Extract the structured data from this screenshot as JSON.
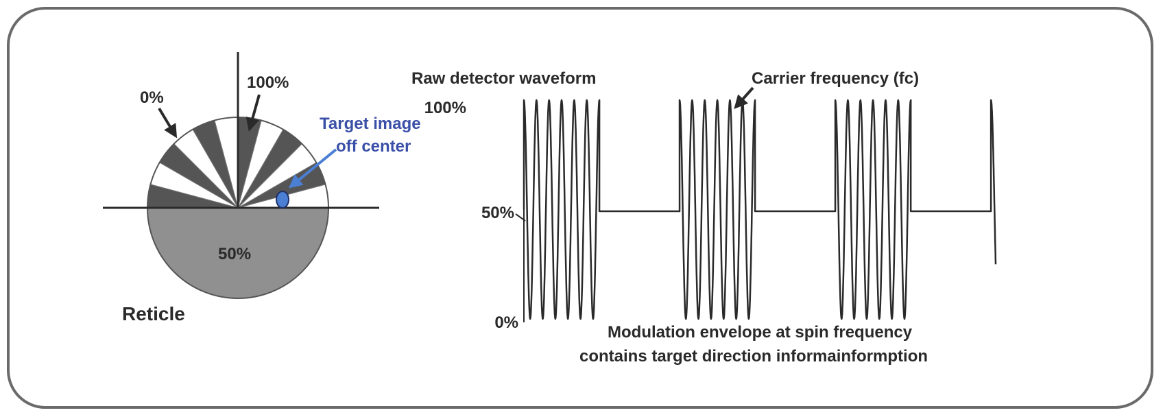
{
  "reticle": {
    "label_0": "0%",
    "label_100": "100%",
    "label_50": "50%",
    "caption": "Reticle",
    "target_line1": "Target image",
    "target_line2": "off center",
    "target_color": "#3a4fa8",
    "spoke_count": 12
  },
  "waveform": {
    "title": "Raw detector waveform",
    "carrier_label": "Carrier frequency (fc)",
    "y_ticks": [
      "100%",
      "50%",
      "0%"
    ],
    "envelope_line1": "Modulation envelope at spin frequency",
    "envelope_line2": "contains target direction informainformption",
    "bursts": [
      {
        "start": 0.0,
        "end": 0.16,
        "cycles": 6
      },
      {
        "start": 0.33,
        "end": 0.49,
        "cycles": 6
      },
      {
        "start": 0.66,
        "end": 0.82,
        "cycles": 6
      },
      {
        "start": 0.99,
        "end": 1.05,
        "cycles": 2
      }
    ]
  },
  "colors": {
    "frame": "#6a6a6a",
    "dark_sector": "#555555",
    "lower_half": "#909090",
    "stroke": "#2a2a2a"
  }
}
